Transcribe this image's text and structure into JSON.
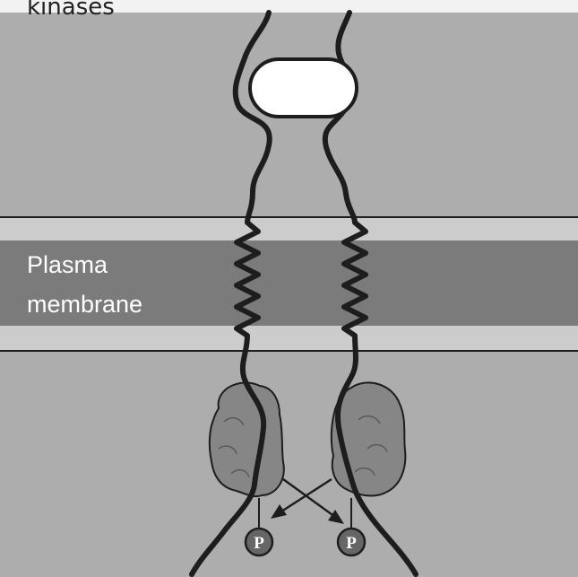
{
  "header": {
    "partial_text": "kinases"
  },
  "membrane": {
    "label_line1": "Plasma",
    "label_line2": "membrane"
  },
  "phosphate": {
    "left_label": "P",
    "right_label": "P"
  },
  "colors": {
    "background": "#adadad",
    "lipid_layer": "#cccccc",
    "membrane_core": "#7b7b7b",
    "kinase": "#868686",
    "phosphate": "#666666",
    "ligand": "#ffffff",
    "stroke": "#1d1d1d"
  }
}
